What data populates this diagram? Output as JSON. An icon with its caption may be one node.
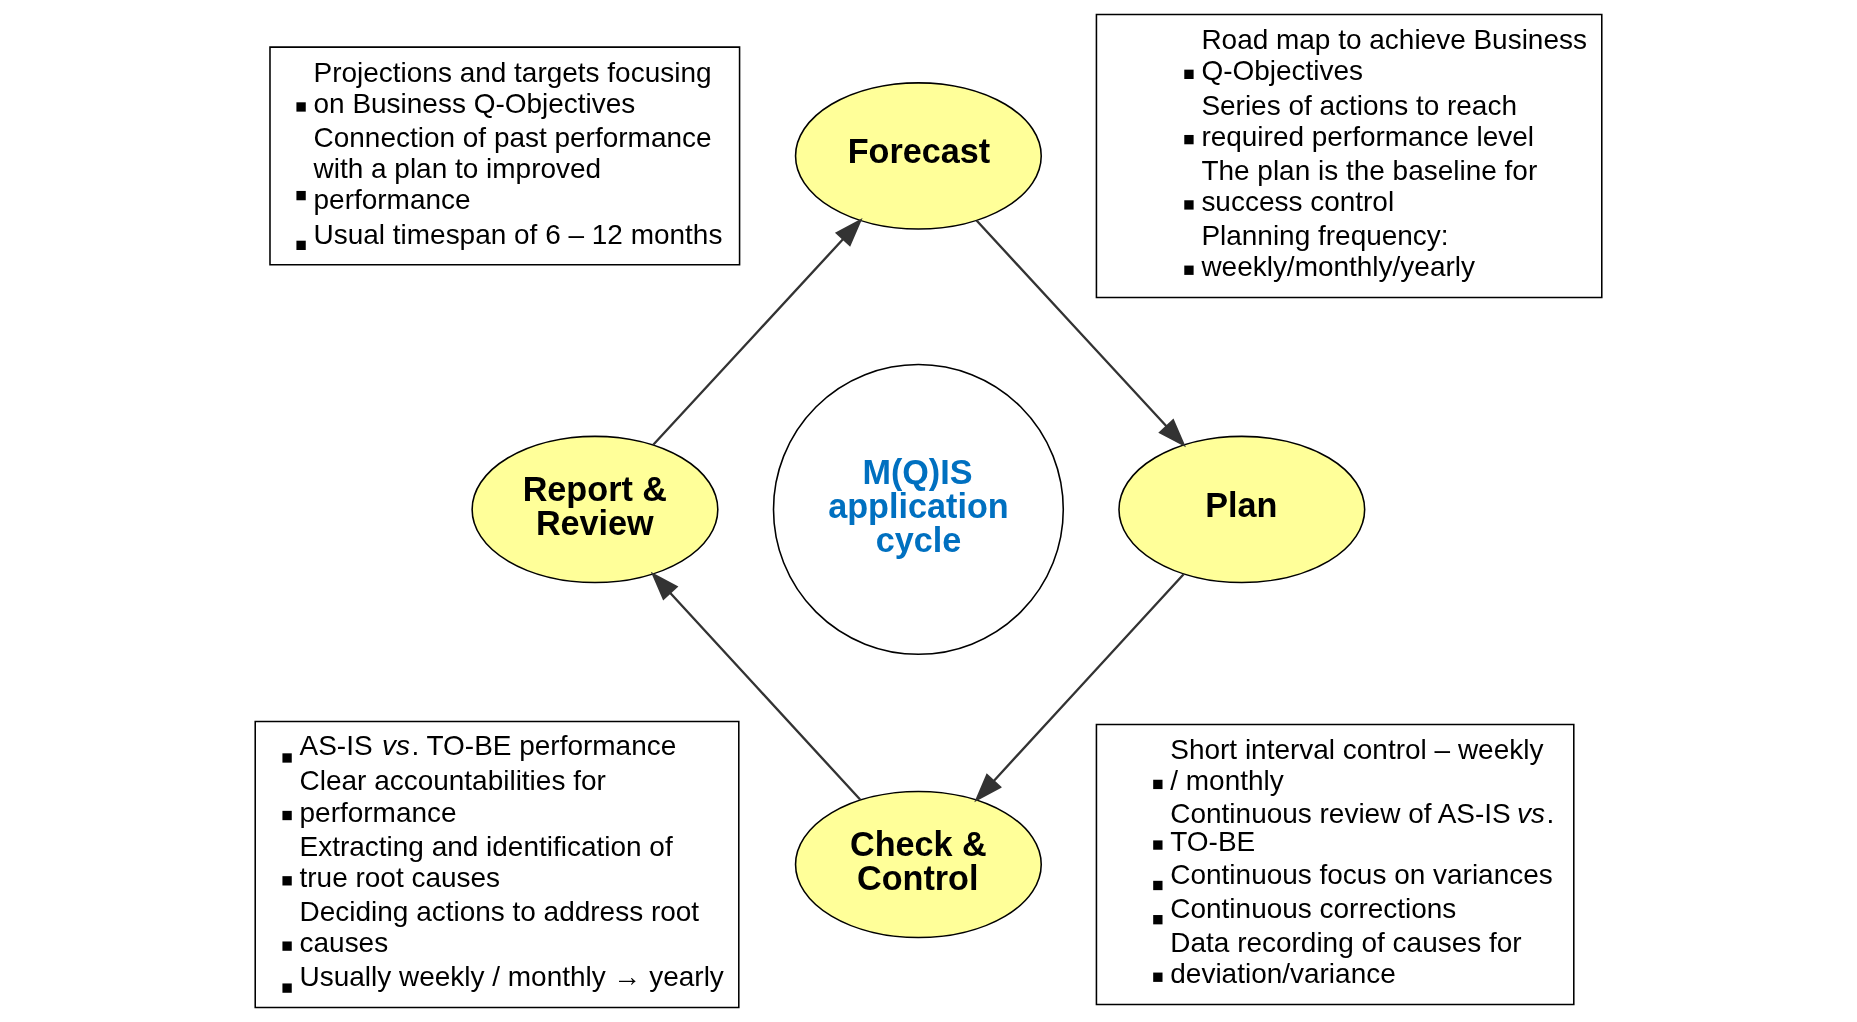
{
  "diagram": {
    "nodes": [
      {
        "text": [
          "Projections and targets focusing on Business Q-Objectives",
          "Connection of past performance with a plan to improved performance",
          "Usual timespan of 6 – 12 months"
        ]
      },
      {
        "text": [
          "Road map to achieve Business Q-Objectives",
          "Series of actions to reach required performance level",
          "The plan is the baseline for success control",
          "Planning frequency: weekly/monthly/yearly"
        ]
      },
      {
        "text": [
          "Forecast"
        ]
      },
      {
        "text": [
          "Plan"
        ]
      },
      {
        "text": [
          "M(Q)IS application cycle"
        ]
      },
      {
        "text": [
          "Report & Review"
        ]
      },
      {
        "text": [
          "Check & Control"
        ]
      },
      {
        "text": [
          "AS-IS *vs*. TO-BE performance",
          "Clear accountabilities for performance",
          "Extracting and identification of true root causes",
          "Deciding actions to address root causes",
          "Usually weekly / monthly → yearly"
        ]
      },
      {
        "text": [
          "Short interval control – weekly / monthly",
          "Continuous review of AS-IS *vs*. TO-BE",
          "Continuous focus on variances",
          "Continuous corrections",
          "Data recording of causes for deviation/variance"
        ]
      }
    ],
    "edges": [
      {
        "from": 2,
        "to": 3,
        "arrow": "to"
      },
      {
        "from": 3,
        "to": 6,
        "arrow": "to"
      },
      {
        "from": 6,
        "to": 5,
        "arrow": "to"
      },
      {
        "from": 5,
        "to": 2,
        "arrow": "to"
      }
    ]
  }
}
